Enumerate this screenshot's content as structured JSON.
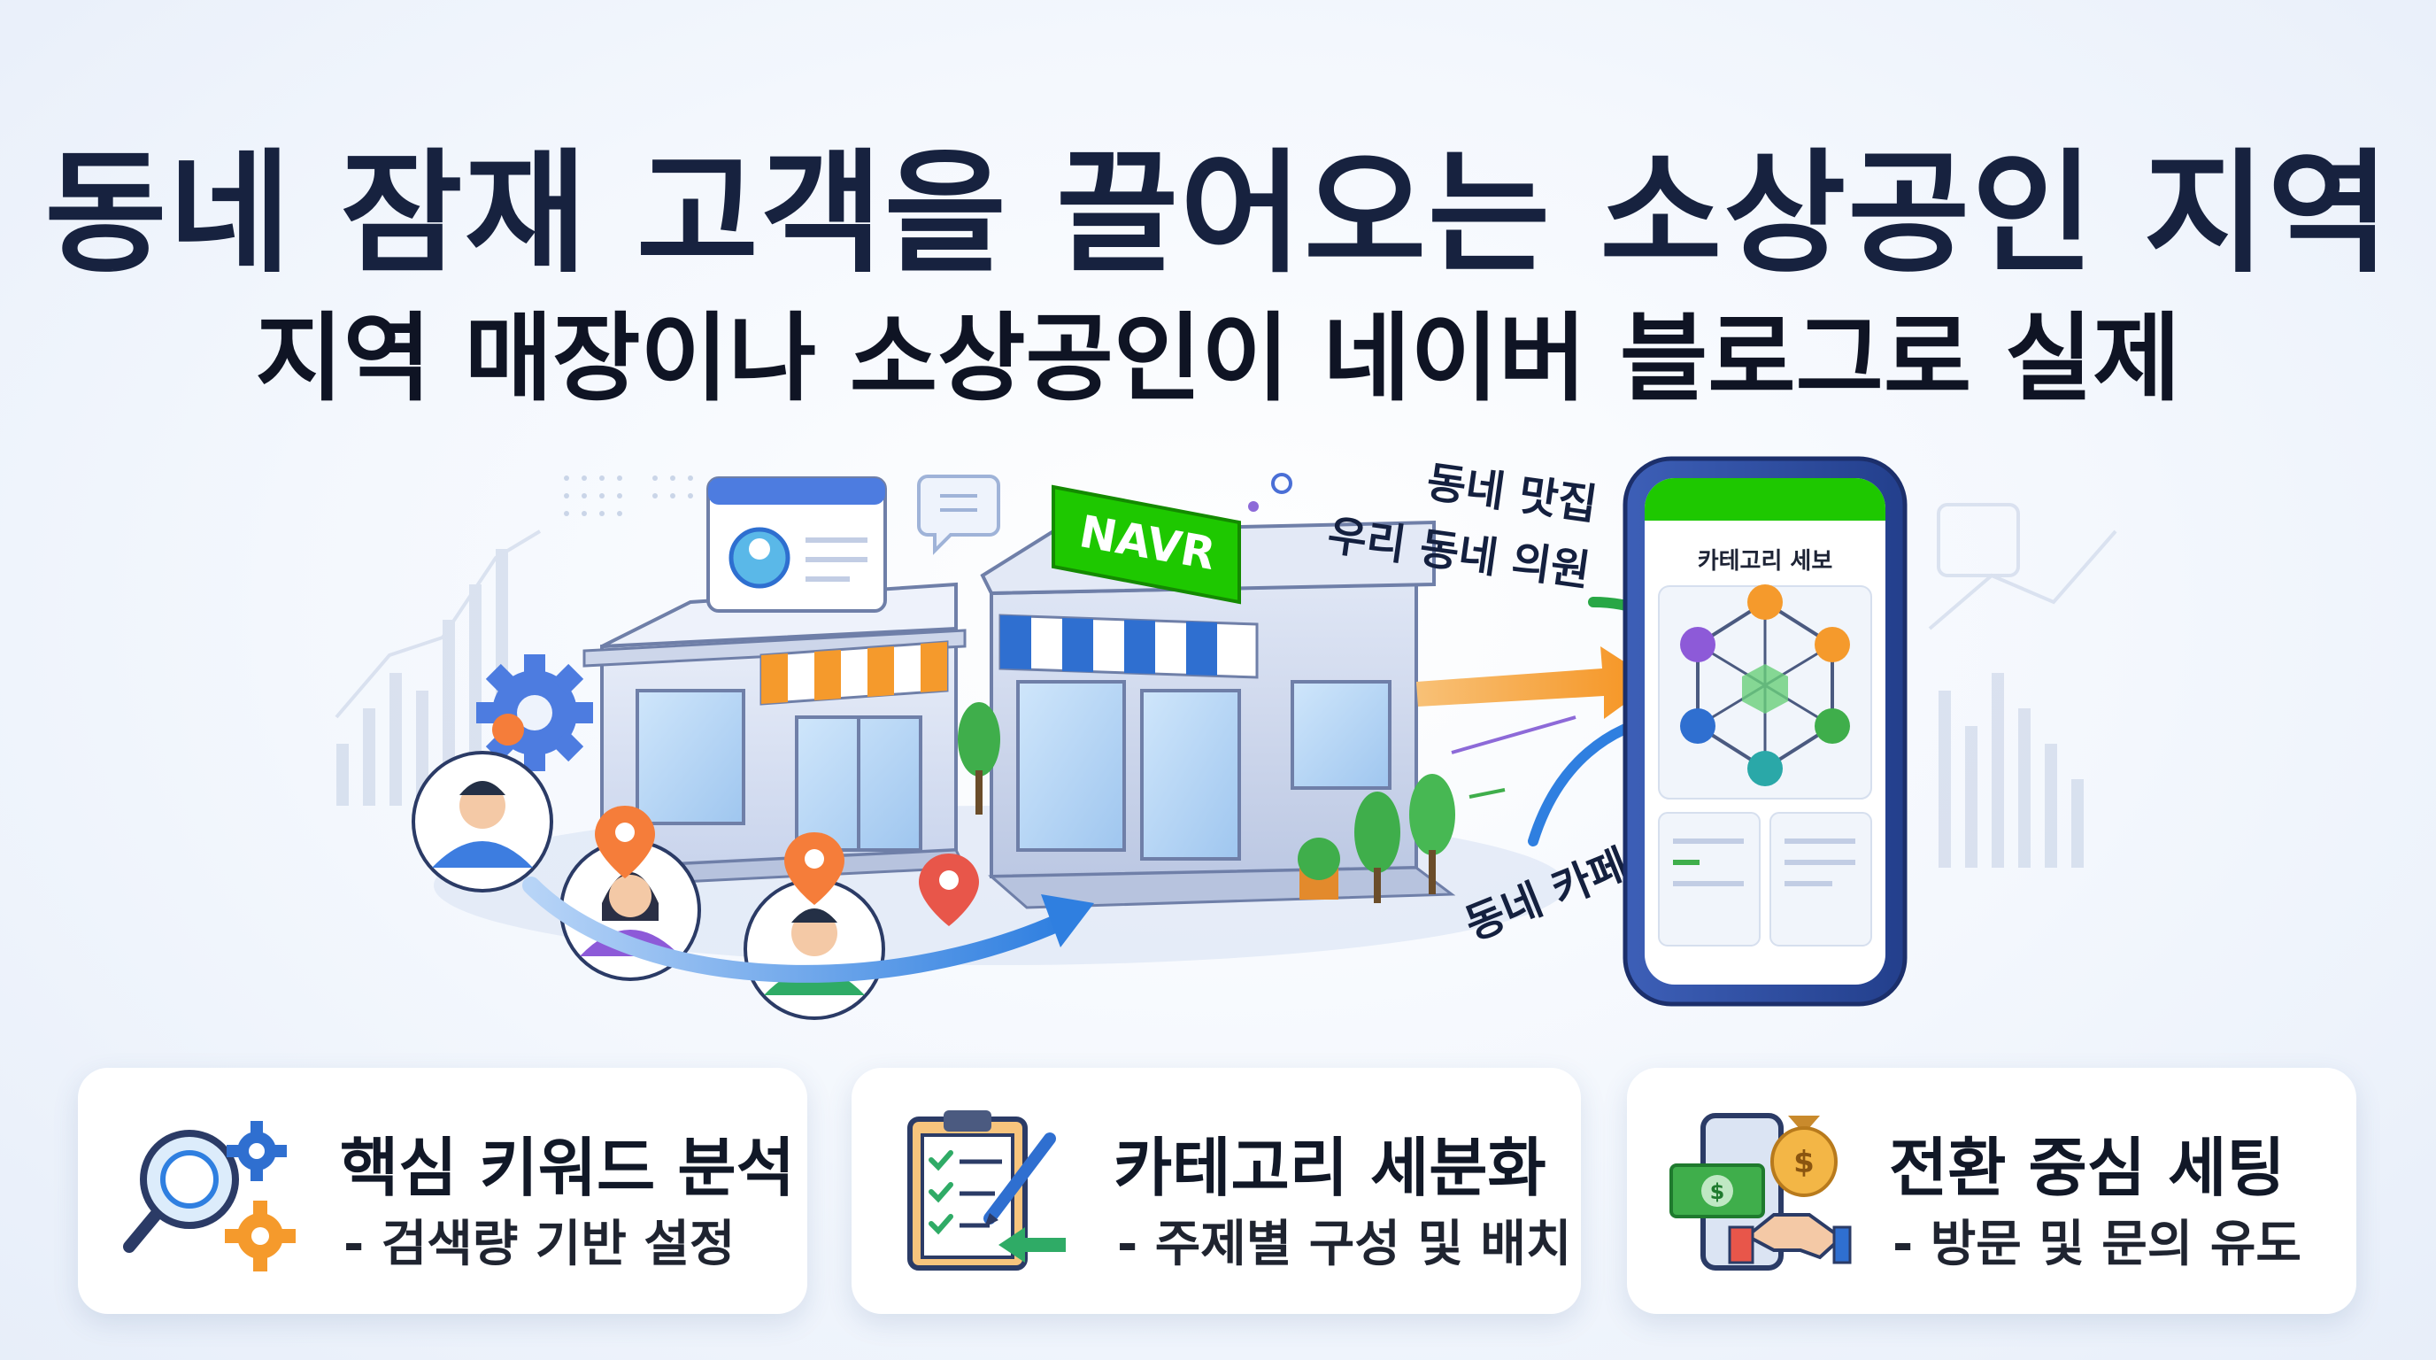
{
  "header": {
    "title": "동네 잠재 고객을 끌어오는 소상공인 지역",
    "subtitle": "지역 매장이나 소상공인이 네이버 블로그로 실제"
  },
  "illustration": {
    "store_sign": "NAVR",
    "labels": {
      "restaurant": "동네 맛집",
      "clinic": "우리 동네 의원",
      "cafe": "동네 카페"
    },
    "phone": {
      "title": "카테고리 세보"
    }
  },
  "features": [
    {
      "title": "핵심 키워드 분석",
      "desc": "- 검색량 기반 설정",
      "icon": "magnifier-gears-icon"
    },
    {
      "title": "카테고리 세분화",
      "desc": "- 주제별 구성 및 배치",
      "icon": "clipboard-checklist-icon"
    },
    {
      "title": "전환 중심 세팅",
      "desc": "- 방문 및 문의 유도",
      "icon": "phone-money-handshake-icon"
    }
  ],
  "colors": {
    "navy": "#17223f",
    "naver_green": "#1ec800",
    "orange": "#f59a2c",
    "blue": "#2f7fe0",
    "pin_red": "#e8564a"
  }
}
